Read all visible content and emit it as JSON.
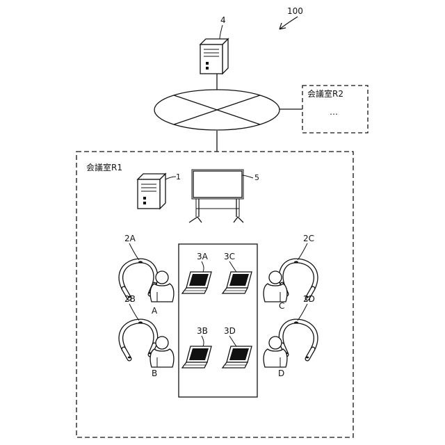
{
  "figure": {
    "ref_number": "100",
    "server_top_label": "4",
    "room_r2": {
      "label": "会議室R2",
      "ellipsis": "…"
    },
    "room_r1": {
      "label": "会議室R1"
    },
    "server_local_label": "1",
    "display_label": "5",
    "neckbands": [
      {
        "id": "2A",
        "label": "2A"
      },
      {
        "id": "2B",
        "label": "2B"
      },
      {
        "id": "2C",
        "label": "2C"
      },
      {
        "id": "2D",
        "label": "2D"
      }
    ],
    "persons": [
      {
        "id": "A",
        "label": "A"
      },
      {
        "id": "B",
        "label": "B"
      },
      {
        "id": "C",
        "label": "C"
      },
      {
        "id": "D",
        "label": "D"
      }
    ],
    "laptops": [
      {
        "id": "3A",
        "label": "3A"
      },
      {
        "id": "3B",
        "label": "3B"
      },
      {
        "id": "3C",
        "label": "3C"
      },
      {
        "id": "3D",
        "label": "3D"
      }
    ]
  }
}
